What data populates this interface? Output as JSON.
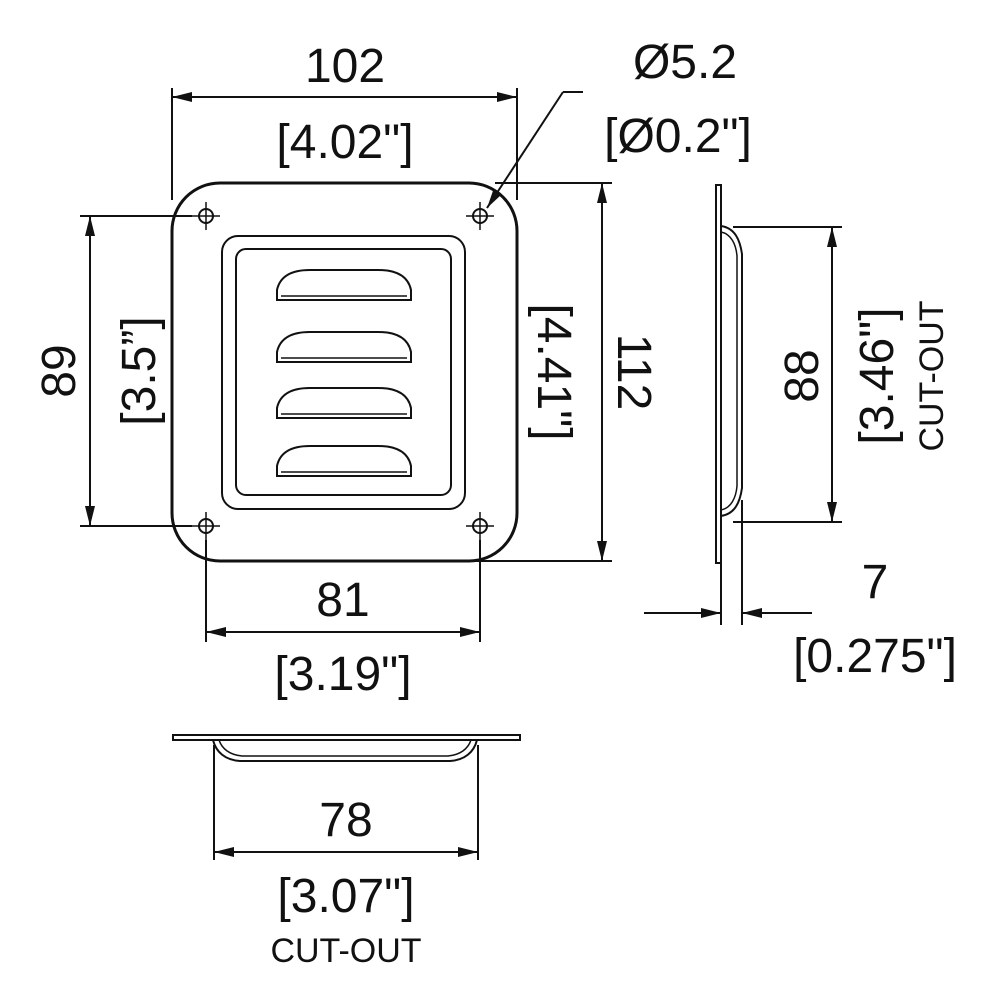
{
  "colors": {
    "ink": "#111111",
    "background": "#ffffff"
  },
  "top_view": {
    "width_mm": "102",
    "width_in": "[4.02\"]",
    "hole_dia_mm": "Ø5.2",
    "hole_dia_in": "[Ø0.2\"]",
    "hole_spacing_v_mm": "89",
    "hole_spacing_v_in": "[3.5”]",
    "height_mm": "112",
    "height_in": "[4.41\"]",
    "hole_spacing_h_mm": "81",
    "hole_spacing_h_in": "[3.19\"]",
    "louver_count": 4
  },
  "side_view": {
    "cutout_mm": "88",
    "cutout_in": "[3.46\"]",
    "cutout_label": "CUT-OUT",
    "depth_mm": "7",
    "depth_in": "[0.275\"]"
  },
  "bottom_view": {
    "cutout_mm": "78",
    "cutout_in": "[3.07\"]",
    "cutout_label": "CUT-OUT"
  }
}
